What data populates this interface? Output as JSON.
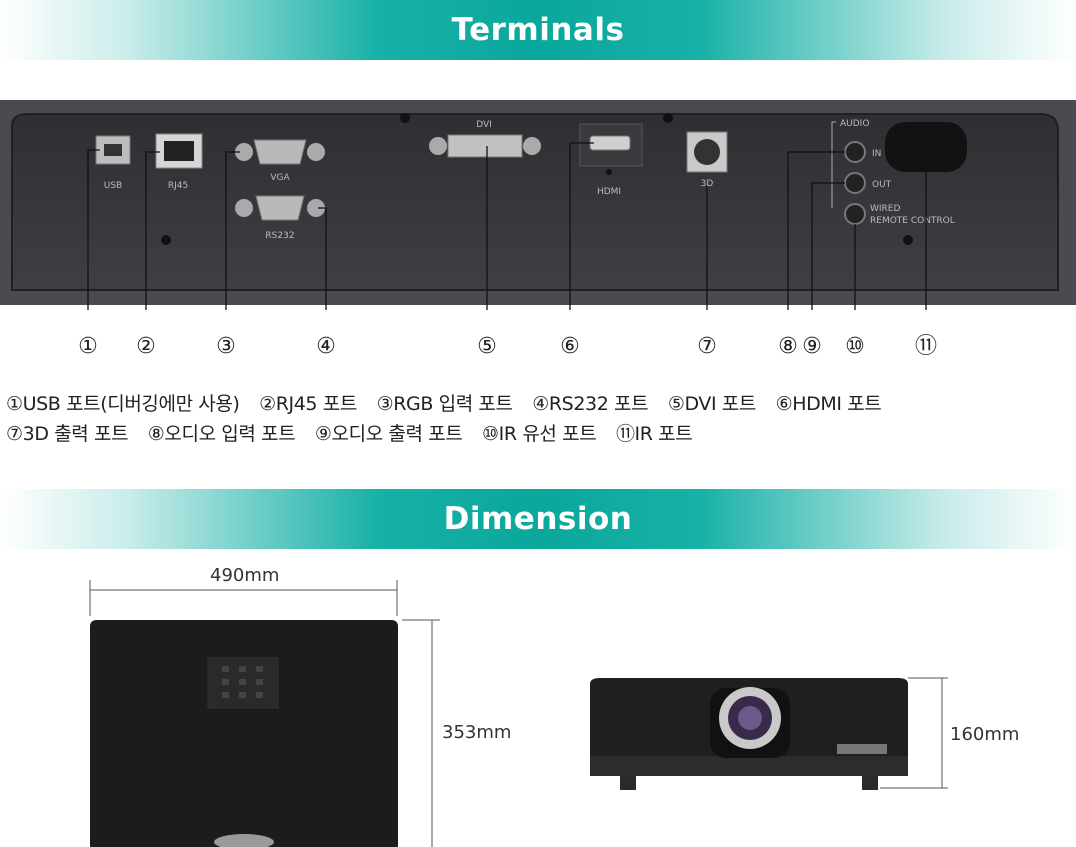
{
  "sections": {
    "terminals_title": "Terminals",
    "dimension_title": "Dimension"
  },
  "panel": {
    "labels": {
      "usb": "USB",
      "rj45": "RJ45",
      "vga": "VGA",
      "rs232": "RS232",
      "dvi": "DVI",
      "hdmi": "HDMI",
      "three_d": "3D",
      "audio": "AUDIO",
      "in": "IN",
      "out": "OUT",
      "wired": "WIRED",
      "remote_control": "REMOTE CONTROL"
    }
  },
  "numbers": [
    "①",
    "②",
    "③",
    "④",
    "⑤",
    "⑥",
    "⑦",
    "⑧",
    "⑨",
    "⑩",
    "⑪"
  ],
  "legend": {
    "line1": [
      "①USB 포트(디버깅에만 사용)",
      "②RJ45 포트",
      "③RGB 입력 포트",
      "④RS232 포트",
      "⑤DVI 포트",
      "⑥HDMI 포트"
    ],
    "line2": [
      "⑦3D 출력 포트",
      "⑧오디오 입력 포트",
      "⑨오디오 출력 포트",
      "⑩IR 유선 포트",
      "⑪IR 포트"
    ]
  },
  "dimensions": {
    "width": "490mm",
    "depth": "353mm",
    "height": "160mm"
  },
  "colors": {
    "banner": "#0aa79c",
    "panel": "#3a3b3f",
    "projector": "#1c1c1e"
  }
}
